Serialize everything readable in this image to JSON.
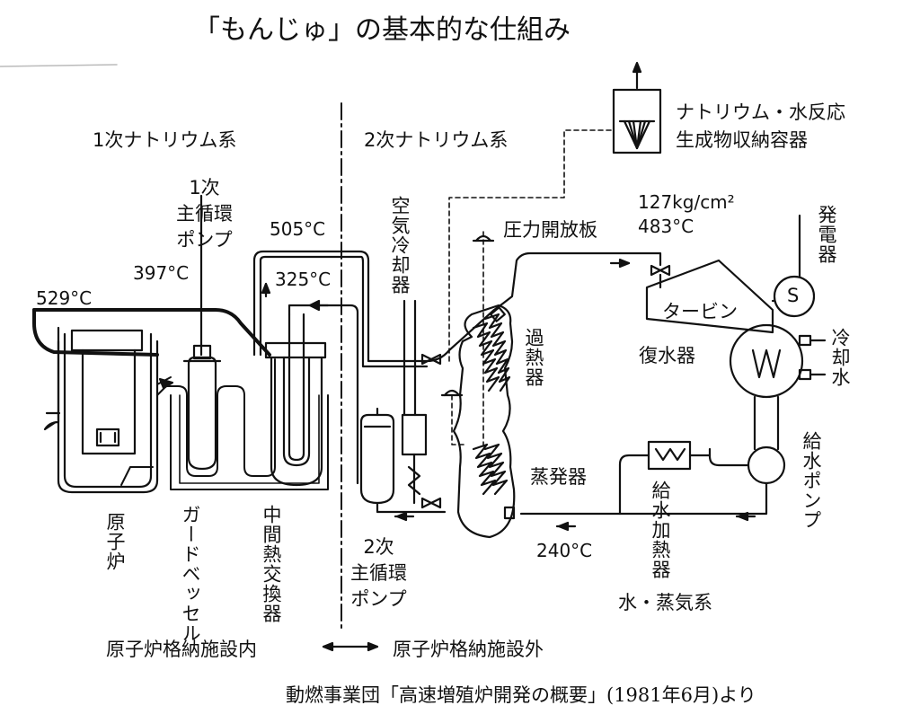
{
  "title": "「もんじゅ」の基本的な仕組み",
  "sections": {
    "primary": "1次ナトリウム系",
    "secondary": "2次ナトリウム系",
    "water_steam": "水・蒸気系"
  },
  "components": {
    "reactor": "原子炉",
    "guard_vessel": "ガードベッセル",
    "ihx": "中間熱交換器",
    "primary_pump_lines": [
      "1次",
      "主循環",
      "ポンプ"
    ],
    "secondary_pump_lines": [
      "2次",
      "主循環",
      "ポンプ"
    ],
    "air_cooler": "空気冷却器",
    "superheater": "過熱器",
    "evaporator": "蒸発器",
    "turbine": "タービン",
    "condenser": "復水器",
    "generator": "発電器",
    "generator_symbol": "S",
    "cooling_water": "冷却水",
    "feedwater_pump": "給水ポンプ",
    "feedwater_heater": "給水加熱器",
    "rupture_disk": "圧力開放板",
    "reaction_tank_lines": [
      "ナトリウム・水反応",
      "生成物収納容器"
    ]
  },
  "temperatures": {
    "t529": "529°C",
    "t397": "397°C",
    "t505": "505°C",
    "t325": "325°C",
    "t483": "483°C",
    "t240": "240°C",
    "pressure": "127kg/cm²"
  },
  "boundary": {
    "inside": "原子炉格納施設内",
    "outside": "原子炉格納施設外"
  },
  "source": "動燃事業団「高速増殖炉開発の概要」(1981年6月)より"
}
